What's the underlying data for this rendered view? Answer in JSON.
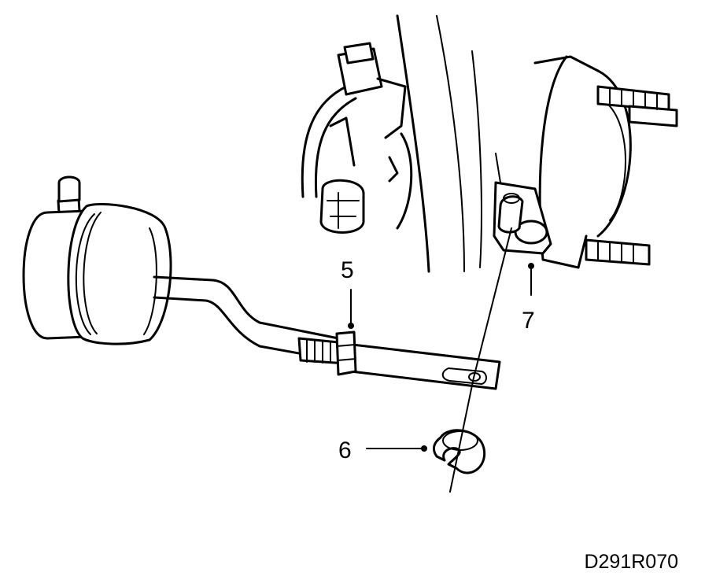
{
  "diagram": {
    "callouts": {
      "nut": "5",
      "clip": "6",
      "lever": "7"
    },
    "figure_code": "D291R070",
    "ink_color": "#000000",
    "background_color": "#ffffff"
  }
}
